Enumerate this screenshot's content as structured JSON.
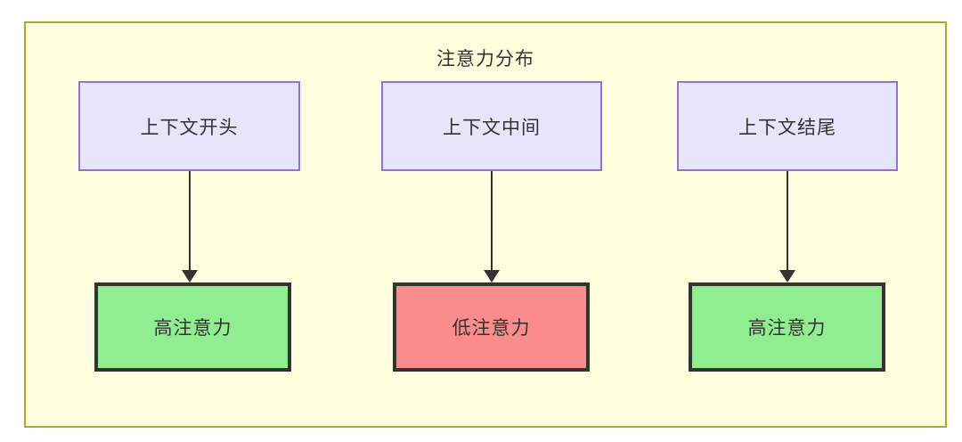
{
  "diagram": {
    "title": "注意力分布",
    "frame": {
      "fill_color": "#ffffe0",
      "border_color": "#aaaa33"
    },
    "palette": {
      "context_fill": "#e6e6fa",
      "context_border": "#9370db",
      "high_attention_fill": "#90ee90",
      "low_attention_fill": "#fa8c8c",
      "attention_border": "#333333",
      "text_color": "#333333",
      "edge_color": "#333333"
    },
    "columns": [
      {
        "source_label": "上下文开头",
        "target_label": "高注意力",
        "target_level": "high"
      },
      {
        "source_label": "上下文中间",
        "target_label": "低注意力",
        "target_level": "low"
      },
      {
        "source_label": "上下文结尾",
        "target_label": "高注意力",
        "target_level": "high"
      }
    ]
  }
}
